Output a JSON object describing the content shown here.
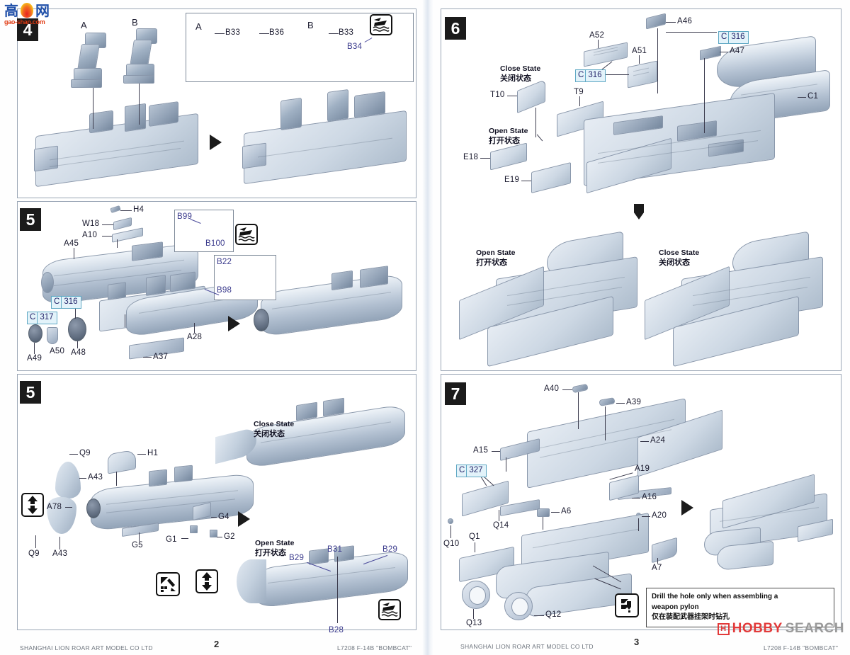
{
  "document": {
    "kit_code": "L7208",
    "kit_name": "F-14B  \"BOMBCAT\"",
    "manufacturer": "SHANGHAI LION ROAR ART MODEL CO LTD"
  },
  "watermarks": {
    "gaoshan": {
      "cjk_left": "高",
      "cjk_right": "网",
      "domain": "gao-shan.com"
    },
    "hobby_search": {
      "mark": "H",
      "text_1": "HOBBY",
      "text_2": "SEARCH"
    }
  },
  "left_page": {
    "page_number": "2",
    "footer_company": "SHANGHAI LION ROAR ART MODEL CO LTD",
    "footer_kit": "L7208   F-14B   \"BOMBCAT\"",
    "steps": [
      {
        "number": "4",
        "group_labels": [
          "A",
          "B"
        ],
        "inset": {
          "group_a": "A",
          "group_b": "B",
          "parts": [
            "B33",
            "B36",
            "B33",
            "B34"
          ],
          "symbol": "photoetch-icon"
        }
      },
      {
        "number": "5",
        "parts": [
          "H4",
          "W18",
          "A10",
          "A45",
          "A48",
          "A50",
          "A49",
          "A28",
          "A37"
        ],
        "paint_callouts": [
          "C 316",
          "C 317"
        ],
        "insets": [
          {
            "parts": [
              "B99",
              "B100"
            ]
          },
          {
            "parts": [
              "B22",
              "B98"
            ]
          }
        ],
        "symbol": "photoetch-icon"
      },
      {
        "number": "5",
        "parts": [
          "Q9",
          "A43",
          "A78",
          "Q9",
          "A43",
          "H1",
          "G5",
          "G1",
          "G2",
          "G4"
        ],
        "states": [
          {
            "en": "Close State",
            "cn": "关闭状态"
          },
          {
            "en": "Open State",
            "cn": "打开状态"
          }
        ],
        "open_state_parts": [
          "B29",
          "B31",
          "B29",
          "B28"
        ],
        "symbols": [
          "updown-arrow-icon",
          "cut-remove-icon",
          "updown-arrow-icon",
          "photoetch-icon"
        ]
      }
    ]
  },
  "right_page": {
    "page_number": "3",
    "footer_company": "SHANGHAI LION ROAR ART MODEL CO LTD",
    "footer_kit": "L7208   F-14B   \"BOMBCAT\"",
    "steps": [
      {
        "number": "6",
        "parts": [
          "A52",
          "A51",
          "A46",
          "A47",
          "C1",
          "T10",
          "T9",
          "E18",
          "E19"
        ],
        "paint_callouts": [
          "C 316",
          "C 316"
        ],
        "states_upper": [
          {
            "en": "Close State",
            "cn": "关闭状态"
          },
          {
            "en": "Open State",
            "cn": "打开状态"
          }
        ],
        "states_lower": [
          {
            "en": "Open State",
            "cn": "打开状态"
          },
          {
            "en": "Close State",
            "cn": "关闭状态"
          }
        ]
      },
      {
        "number": "7",
        "parts": [
          "A40",
          "A39",
          "A24",
          "A15",
          "A19",
          "A16",
          "A20",
          "A6",
          "A7",
          "Q14",
          "Q1",
          "Q10",
          "Q13",
          "Q12"
        ],
        "paint_callouts": [
          "C 327"
        ],
        "note": {
          "en_line1": "Drill the hole only when assembling a",
          "en_line2": "weapon pylon",
          "cn": "仅在装配武器挂架时钻孔",
          "symbol": "drill-hole-icon"
        }
      }
    ]
  }
}
